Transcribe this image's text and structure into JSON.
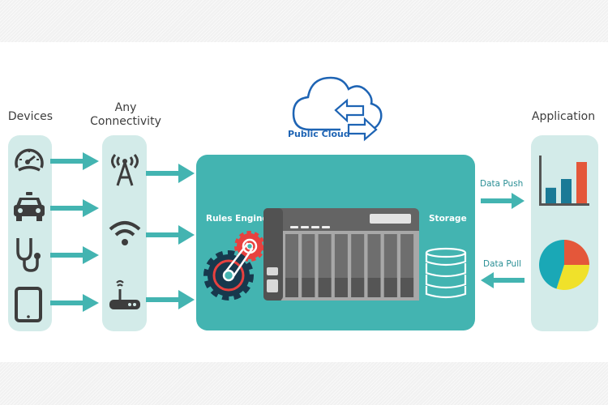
{
  "columns": {
    "devices": {
      "title": "Devices",
      "icons": [
        "speedometer-icon",
        "car-icon",
        "stethoscope-icon",
        "tablet-icon"
      ]
    },
    "connectivity": {
      "title_line1": "Any",
      "title_line2": "Connectivity",
      "icons": [
        "cell-tower-icon",
        "wifi-icon",
        "router-icon"
      ]
    },
    "application": {
      "title": "Application",
      "icons": [
        "bar-chart-icon",
        "pie-chart-icon"
      ]
    }
  },
  "cloud": {
    "label": "Public Cloud"
  },
  "hub": {
    "rules_engine_label": "Rules Engine",
    "storage_label": "Storage"
  },
  "flows": {
    "data_push": "Data Push",
    "data_pull": "Data Pull"
  },
  "colors": {
    "teal": "#43b4b1",
    "panel": "#d3ebe9",
    "icon_dark": "#3d3d3d",
    "cloud_blue": "#1e64b4",
    "gear_dark": "#17384d",
    "gear_red": "#e8413f",
    "bar_blue": "#1a7a96",
    "bar_orange": "#e4573a",
    "pie_yellow": "#f0e12a"
  },
  "chart_icon": {
    "bars": [
      0.32,
      0.5,
      0.85
    ],
    "pie_slices": [
      0.25,
      0.3,
      0.45
    ]
  }
}
